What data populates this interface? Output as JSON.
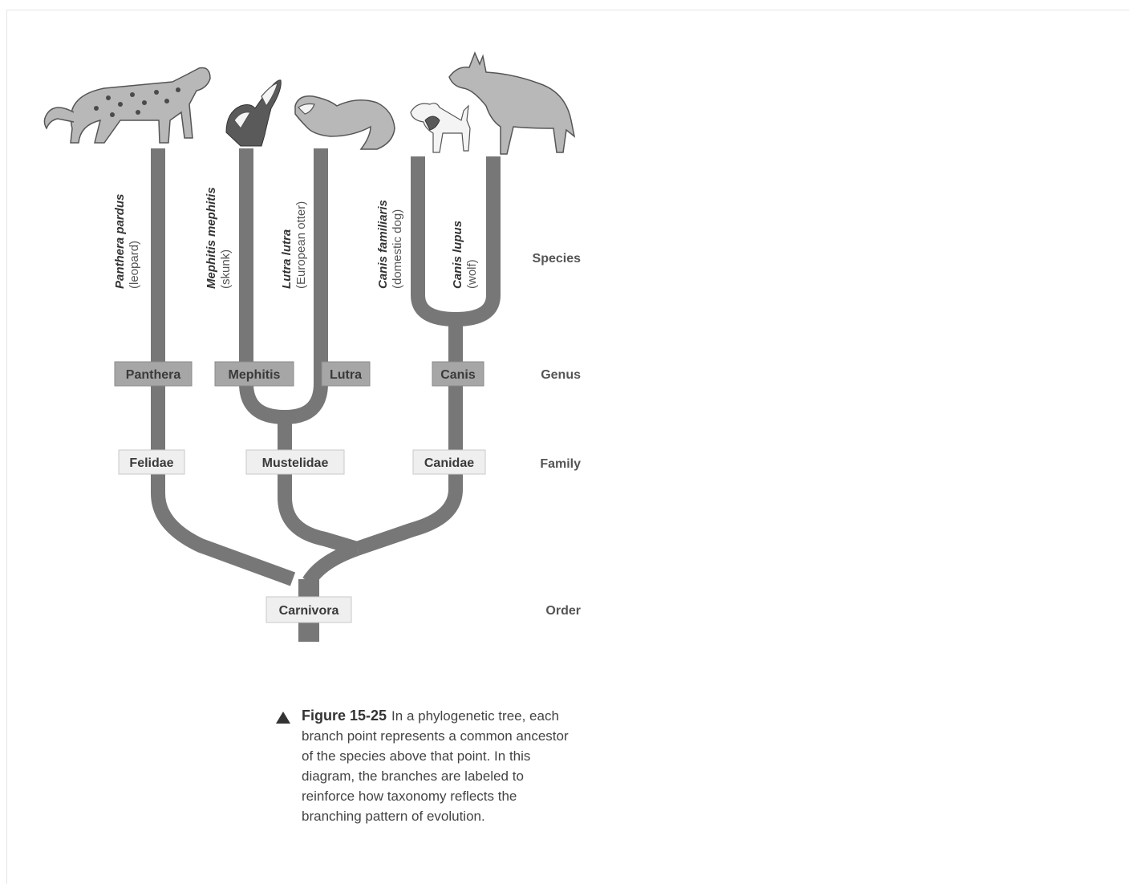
{
  "species": [
    {
      "scientific_name": "Panthera pardus",
      "common_name": "(leopard)"
    },
    {
      "scientific_name": "Mephitis mephitis",
      "common_name": "(skunk)"
    },
    {
      "scientific_name": "Lutra lutra",
      "common_name": "(European otter)"
    },
    {
      "scientific_name": "Canis familiaris",
      "common_name": "(domestic dog)"
    },
    {
      "scientific_name": "Canis lupus",
      "common_name": "(wolf)"
    }
  ],
  "genus": [
    "Panthera",
    "Mephitis",
    "Lutra",
    "Canis"
  ],
  "family": [
    "Felidae",
    "Mustelidae",
    "Canidae"
  ],
  "order": "Carnivora",
  "ranks": {
    "species": "Species",
    "genus": "Genus",
    "family": "Family",
    "order": "Order"
  },
  "caption": {
    "label": "Figure 15-25",
    "text": "In a phylogenetic tree, each branch point represents a common ancestor of the species above that point. In this diagram, the branches are labeled to reinforce how taxonomy reflects the branching pattern of evolution."
  },
  "colors": {
    "branch": "#777777",
    "genus_box": "#a6a6a6",
    "family_box": "#efefef"
  },
  "icons": [
    "leopard-illustration",
    "skunk-illustration",
    "otter-illustration",
    "dog-illustration",
    "wolf-illustration",
    "caption-triangle-icon"
  ]
}
